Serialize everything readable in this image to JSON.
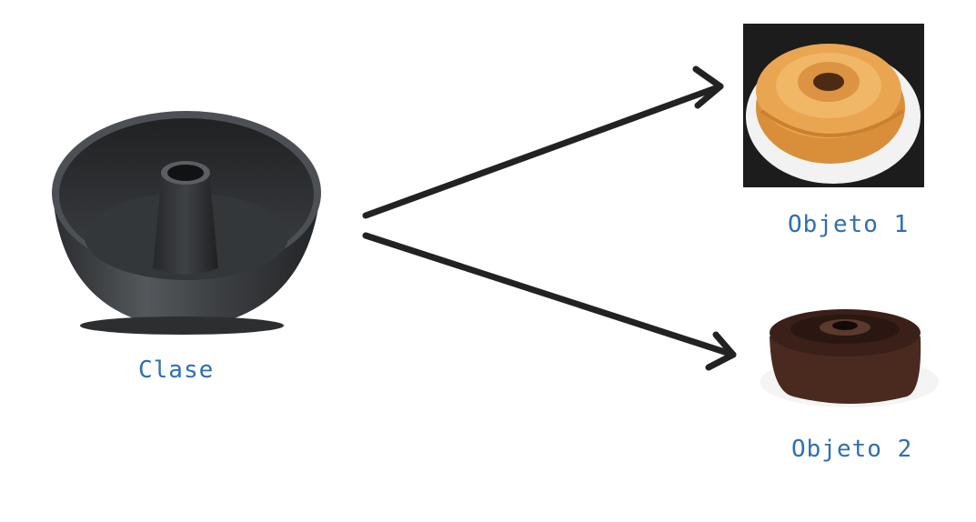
{
  "diagram": {
    "class_label": "Clase",
    "object1_label": "Objeto 1",
    "object2_label": "Objeto 2"
  },
  "colors": {
    "label": "#2f6fb0",
    "arrow": "#222222",
    "pan": "#3a3d40",
    "vanilla_cake": "#e9a64c",
    "chocolate_cake": "#4a2a1f",
    "dark_background": "#1c1c1c"
  },
  "icons": {
    "class_image": "bundt-pan-icon",
    "object1_image": "vanilla-bundt-cake-icon",
    "object2_image": "chocolate-bundt-cake-icon"
  }
}
